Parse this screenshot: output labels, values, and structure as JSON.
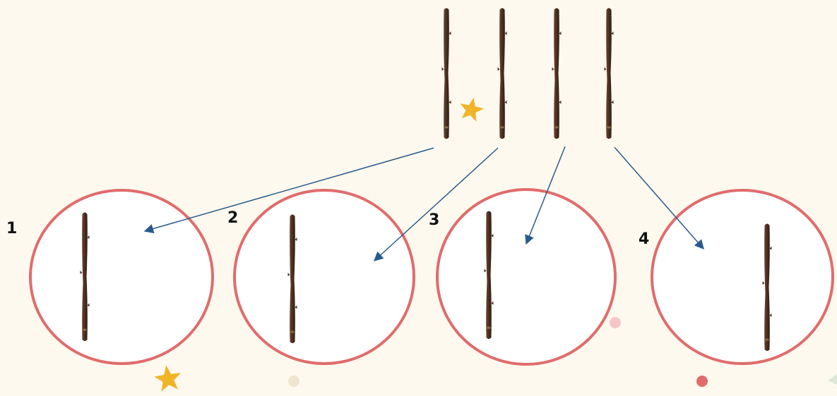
{
  "groups": [
    {
      "number": "1"
    },
    {
      "number": "2"
    },
    {
      "number": "3"
    },
    {
      "number": "4"
    }
  ],
  "sticks": {
    "top_count": 4
  },
  "colors": {
    "background": "#fdf9ee",
    "circle_stroke": "#e06c6c",
    "circle_fill": "#ffffff",
    "arrow": "#2a5a8c",
    "stick": "#4e3121",
    "star": "#f0b429",
    "dot_pink": "#f6c6c6",
    "dot_beige": "#efe4cf",
    "dot_red": "#e06c6c"
  },
  "icons": [
    "stick",
    "star-icon",
    "dot"
  ]
}
